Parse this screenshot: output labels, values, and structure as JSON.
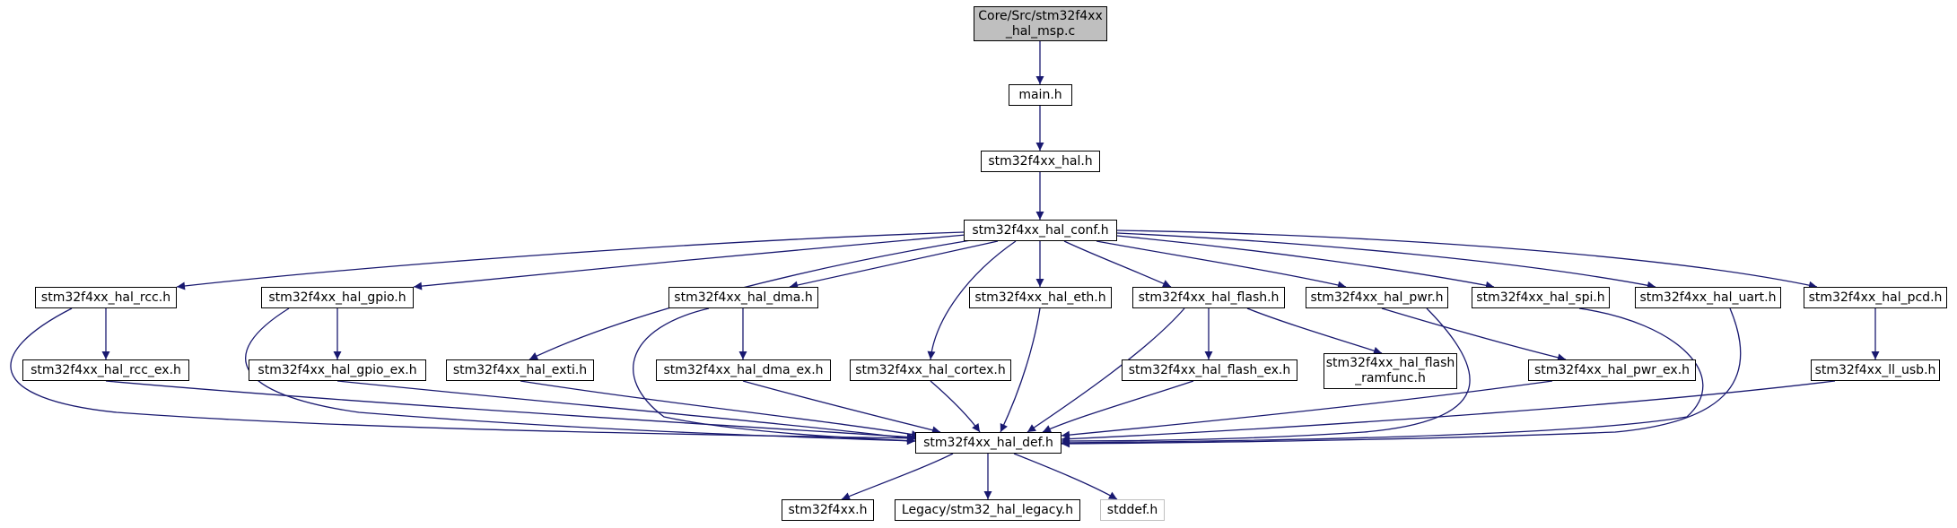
{
  "colors": {
    "edge": "#191970",
    "root_fill": "#bfbfbf",
    "node_border": "#000000",
    "external_border": "#bfbfbf"
  },
  "nodes": {
    "root": "Core/Src/stm32f4xx\n_hal_msp.c",
    "main_h": "main.h",
    "hal_h": "stm32f4xx_hal.h",
    "conf_h": "stm32f4xx_hal_conf.h",
    "rcc_h": "stm32f4xx_hal_rcc.h",
    "gpio_h": "stm32f4xx_hal_gpio.h",
    "exti_h": "stm32f4xx_hal_exti.h",
    "dma_h": "stm32f4xx_hal_dma.h",
    "cortex_h": "stm32f4xx_hal_cortex.h",
    "eth_h": "stm32f4xx_hal_eth.h",
    "flash_h": "stm32f4xx_hal_flash.h",
    "pwr_h": "stm32f4xx_hal_pwr.h",
    "spi_h": "stm32f4xx_hal_spi.h",
    "uart_h": "stm32f4xx_hal_uart.h",
    "pcd_h": "stm32f4xx_hal_pcd.h",
    "rcc_ex_h": "stm32f4xx_hal_rcc_ex.h",
    "gpio_ex_h": "stm32f4xx_hal_gpio_ex.h",
    "dma_ex_h": "stm32f4xx_hal_dma_ex.h",
    "flash_ex_h": "stm32f4xx_hal_flash_ex.h",
    "flash_ramfunc_h": "stm32f4xx_hal_flash\n_ramfunc.h",
    "pwr_ex_h": "stm32f4xx_hal_pwr_ex.h",
    "ll_usb_h": "stm32f4xx_ll_usb.h",
    "def_h": "stm32f4xx_hal_def.h",
    "stm32f4xx_h": "stm32f4xx.h",
    "legacy_h": "Legacy/stm32_hal_legacy.h",
    "stddef_h": "stddef.h"
  }
}
